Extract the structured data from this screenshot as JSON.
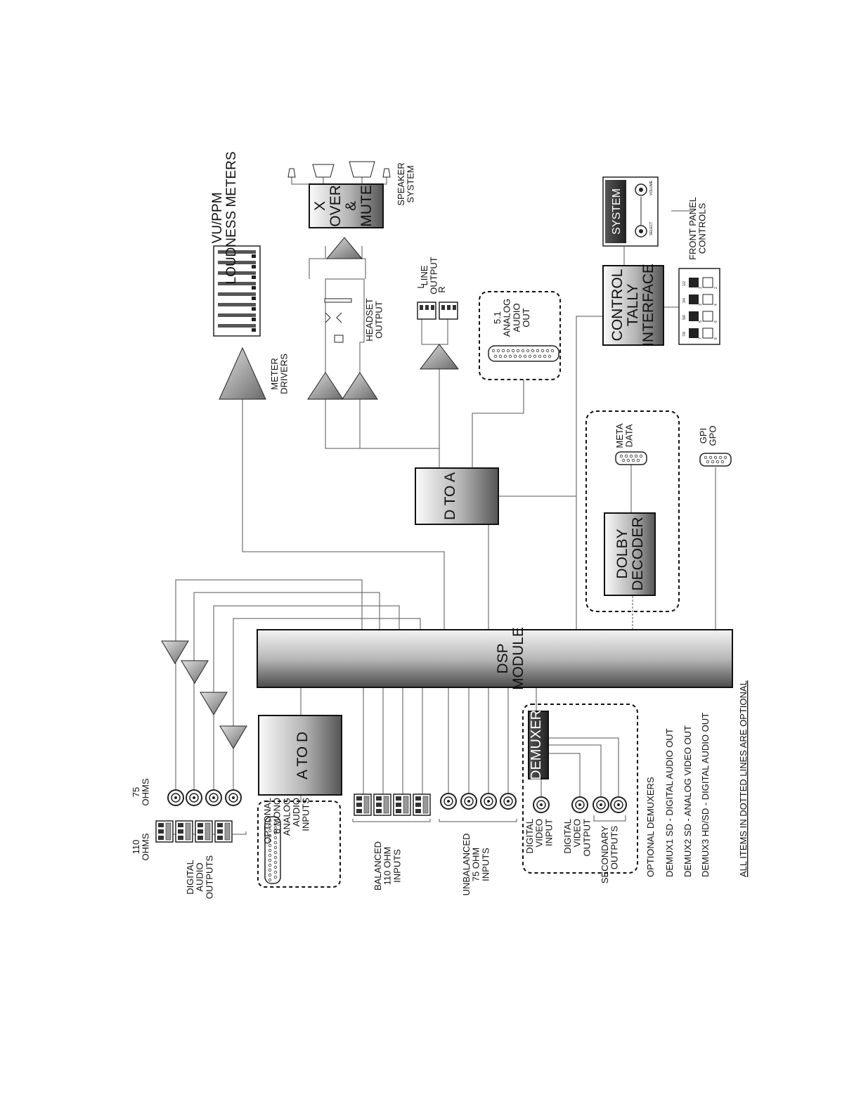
{
  "blocks": {
    "dsp": "DSP\nMODULE",
    "atod": "A TO D",
    "dtoa": "D TO A",
    "dolby": "DOLBY\nDECODER",
    "control": "CONTROL\nTALLY\nINTERFACE",
    "xover": "X\nOVER\n&\nMUTE",
    "demuxer": "DEMUXER",
    "system": "SYSTEM"
  },
  "labels": {
    "vu_ppm": "VU/PPM\nLOUDNESS METERS",
    "meter_drivers": "METER\nDRIVERS",
    "speaker_system": "SPEAKER\nSYSTEM",
    "headset_output": "HEADSET\nOUTPUT",
    "line_output": "LINE\nOUTPUT",
    "line_l": "L",
    "line_r": "R",
    "analog_51": "5.1\nANALOG\nAUDIO\nOUT",
    "meta_data": "META\nDATA",
    "gpi_gpo": "GPI\nGPO",
    "front_panel": "FRONT PANEL\nCONTROLS",
    "select": "SELECT",
    "volume": "VOLUME",
    "ohms_75": "75\nOHMS",
    "ohms_110": "110\nOHMS",
    "digital_audio_outputs": "DIGITAL\nAUDIO\nOUTPUTS",
    "optional_analog": "OPTIONAL\n8 MONO\nANALOG\nAUDIO\nINPUTS",
    "balanced": "BALANCED\n110 OHM\nINPUTS",
    "unbalanced": "UNBALANCED\n75 OHM\nINPUTS",
    "digital_video_input": "DIGITAL\nVIDEO\nINPUT",
    "digital_video_output": "DIGITAL\nVIDEO\nOUTPUT",
    "secondary_outputs": "SECONDARY\nOUTPUTS",
    "optional_demuxers": "OPTIONAL DEMUXERS",
    "demux1": "DEMUX1  SD - DIGITAL AUDIO OUT",
    "demux2": "DEMUX2  SD - ANALOG VIDEO OUT",
    "demux3": "DEMUX3  HD/SD - DIGITAL AUDIO OUT",
    "footer": "ALL ITEMS IN DOTTED LINES ARE OPTIONAL"
  },
  "keypad": {
    "top": [
      "1/2",
      "3/4",
      "5/6",
      "7/8"
    ],
    "bottom": [
      "1",
      "2",
      "3",
      "4",
      "5",
      "6",
      "7",
      "8"
    ]
  }
}
